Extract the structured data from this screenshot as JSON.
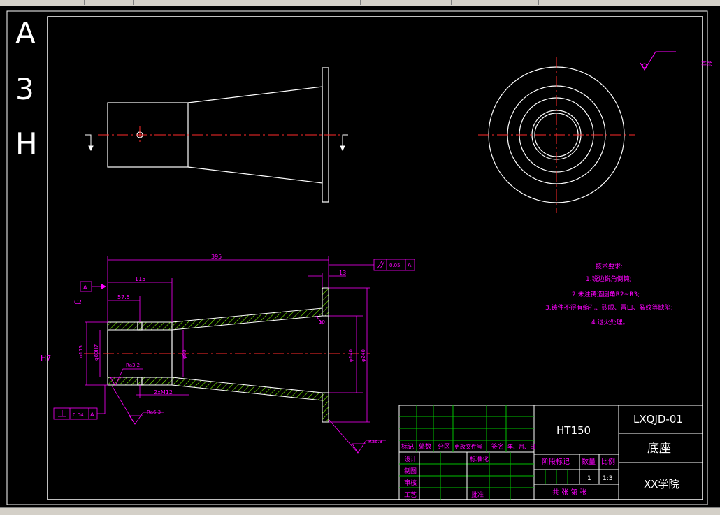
{
  "sheet": {
    "size_letters": [
      "A",
      "3",
      "H"
    ],
    "side_mark": "H7",
    "corner_note": "其余"
  },
  "dimensions": {
    "overall_length": "395",
    "bore_depth": "115",
    "groove_pos": "57.5",
    "flange_thk": "13",
    "chamfer": "C2",
    "dia_outer": "φ115",
    "dia_bore": "φ80H7",
    "dia_inner": "φ90",
    "dia_140": "φ140",
    "dia_240": "φ240",
    "thread": "2xM12",
    "wall": "10"
  },
  "tolerances": {
    "parallel_value": "0.05",
    "parallel_ref": "A",
    "perp_value": "0.04",
    "perp_ref": "A",
    "datum": "A"
  },
  "roughness": {
    "r1": "Ra3.2",
    "r2": "Ra6.3",
    "r3": "Ra6.3"
  },
  "notes": {
    "title": "技术要求:",
    "lines": [
      "1.锐边锐角倒钝;",
      "2.未注铸造圆角R2~R3;",
      "3.铸件不得有缩孔、砂眼、冒口、裂纹等缺陷;",
      "4.退火处理。"
    ]
  },
  "title_block": {
    "material": "HT150",
    "drawing_no": "LXQJD-01",
    "part_name": "底座",
    "school": "XX学院",
    "header_labels": [
      "标记",
      "处数",
      "分区",
      "更改文件号",
      "签名",
      "年、月、日"
    ],
    "role_labels": [
      "设计",
      "制图",
      "审核",
      "工艺"
    ],
    "standardized": "标准化",
    "approve": "批准",
    "stage_label": "阶段标记",
    "qty_label": "数量",
    "scale_label": "比例",
    "qty_value": "1",
    "scale_value": "1:3",
    "sheets": "共 张 第 张"
  },
  "colors": {
    "lines": "#ffffff",
    "center": "#ff2a2a",
    "dimension": "#ff00ff",
    "hatch": "#7cfc00",
    "tblock": "#00c000",
    "tblock_text": "#ff00ff"
  }
}
